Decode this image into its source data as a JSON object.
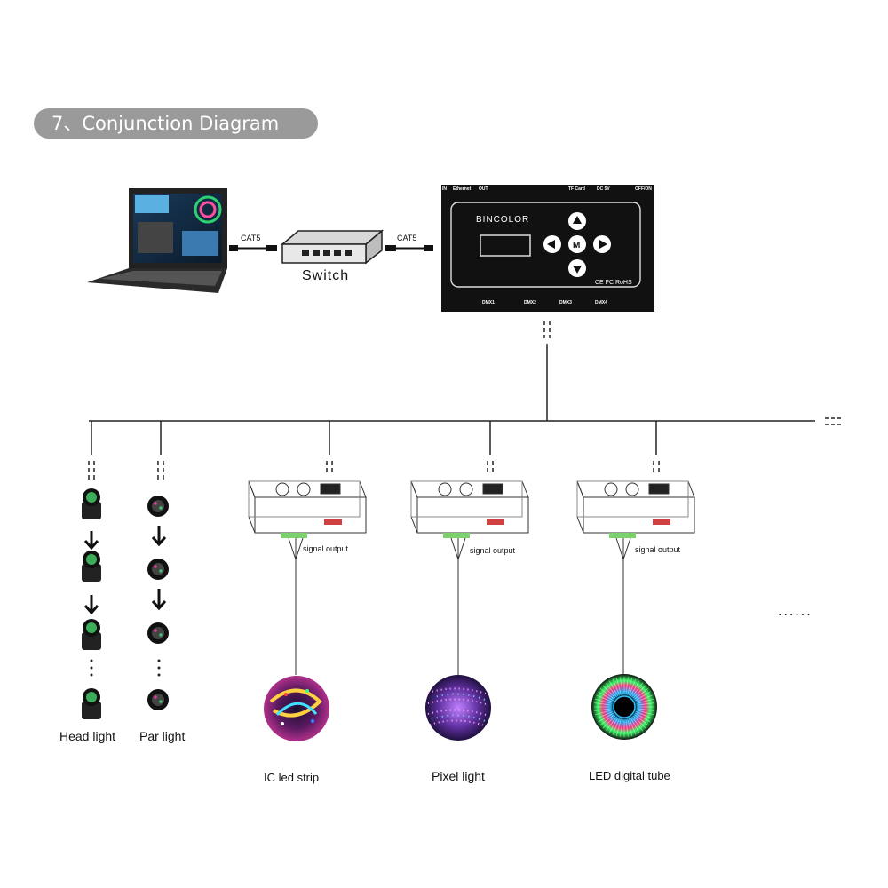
{
  "title": "7、Conjunction Diagram",
  "network": {
    "cable_left": "CAT5",
    "cable_right": "CAT5",
    "switch_label": "Switch"
  },
  "controller": {
    "brand": "BINCOLOR",
    "top_labels": [
      "IN",
      "Ethernet",
      "OUT",
      "TF Card",
      "DC 5V",
      "OFF/ON"
    ],
    "bottom_labels": [
      "DMX1",
      "DMX2",
      "DMX3",
      "DMX4"
    ],
    "cert": "CE FC RoHS",
    "button_center": "M"
  },
  "decoders": {
    "output_label": "signal output"
  },
  "fixtures": {
    "head_light": "Head light",
    "par_light": "Par light",
    "ic_led_strip": "IC led strip",
    "pixel_light": "Pixel light",
    "led_digital_tube": "LED digital tube",
    "more": "......"
  },
  "colors": {
    "pill": "#9a9a9a",
    "controller": "#111111",
    "line": "#222222",
    "connector_green": "#7dd16b"
  }
}
